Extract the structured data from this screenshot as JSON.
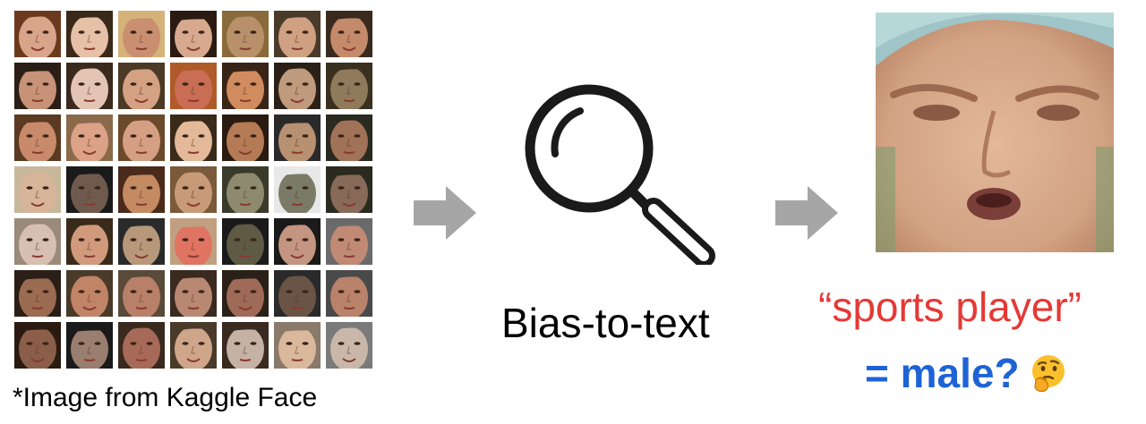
{
  "caption": "*Image from  Kaggle Face",
  "method_label": "Bias-to-text",
  "result": {
    "quote": "“sports player”",
    "question": "= male?",
    "emoji": "thinking-face-emoji"
  },
  "colors": {
    "arrow": "#a6a6a6",
    "quote": "#e53935",
    "question": "#1e63d6",
    "icon": "#1a1a1a"
  },
  "face_grid": {
    "rows": 7,
    "cols": 7,
    "skin_tones": [
      "#d9a58a",
      "#e7c0a8",
      "#c98f70",
      "#d7a98e",
      "#b8916b",
      "#cfa182",
      "#c48a6c",
      "#c79277",
      "#e3c4b5",
      "#d5a183",
      "#c96e55",
      "#d08c5e",
      "#bf9a7c",
      "#8f7a5c",
      "#c98a6c",
      "#dba287",
      "#d49f82",
      "#e4b99a",
      "#b57b57",
      "#b89072",
      "#a07258",
      "#d8b49b",
      "#6f5a4d",
      "#c48a62",
      "#c79a78",
      "#8d8a70",
      "#7b7a66",
      "#876a58",
      "#d7bfb2",
      "#d19a7c",
      "#b7987a",
      "#e07462",
      "#5e5a44",
      "#c49580",
      "#c08a75",
      "#9b6b52",
      "#c28467",
      "#b88068",
      "#b98872",
      "#a06a58",
      "#6a5446",
      "#b9826a",
      "#8a5e48",
      "#9a7e70",
      "#a86a58",
      "#d0a68a",
      "#c6b2a4",
      "#d9b89c",
      "#c9b8aa"
    ],
    "hair_tones": [
      "#6b3a1e",
      "#3a2818",
      "#d4b27a",
      "#2a1a12",
      "#8a6a3a",
      "#4a3a2a",
      "#3a2a1e",
      "#2a1e16",
      "#3a2a1e",
      "#4a3a26",
      "#b05a2a",
      "#3a2418",
      "#2a2018",
      "#3a3020",
      "#5a3a20",
      "#8a6a4a",
      "#6a4a2a",
      "#3a2a1a",
      "#2a1a10",
      "#2a2a2a",
      "#2a2a20",
      "#c8b89a",
      "#1a1a1a",
      "#4a2a1a",
      "#7a5a3a",
      "#3a3a2a",
      "#e8e8e8",
      "#2a2a1e",
      "#9a8a7a",
      "#3a2a1a",
      "#2a2a2a",
      "#c0a080",
      "#1a1a1a",
      "#1a1a18",
      "#6a6a6a",
      "#2a1e16",
      "#4a3a2a",
      "#5a4a3a",
      "#3a2a20",
      "#2a2018",
      "#2a2a2a",
      "#4a4a4a",
      "#2a1a10",
      "#1a1a1a",
      "#3a2a1e",
      "#4a3a2a",
      "#3a2a20",
      "#8a7a6a",
      "#7a7a7a"
    ]
  }
}
